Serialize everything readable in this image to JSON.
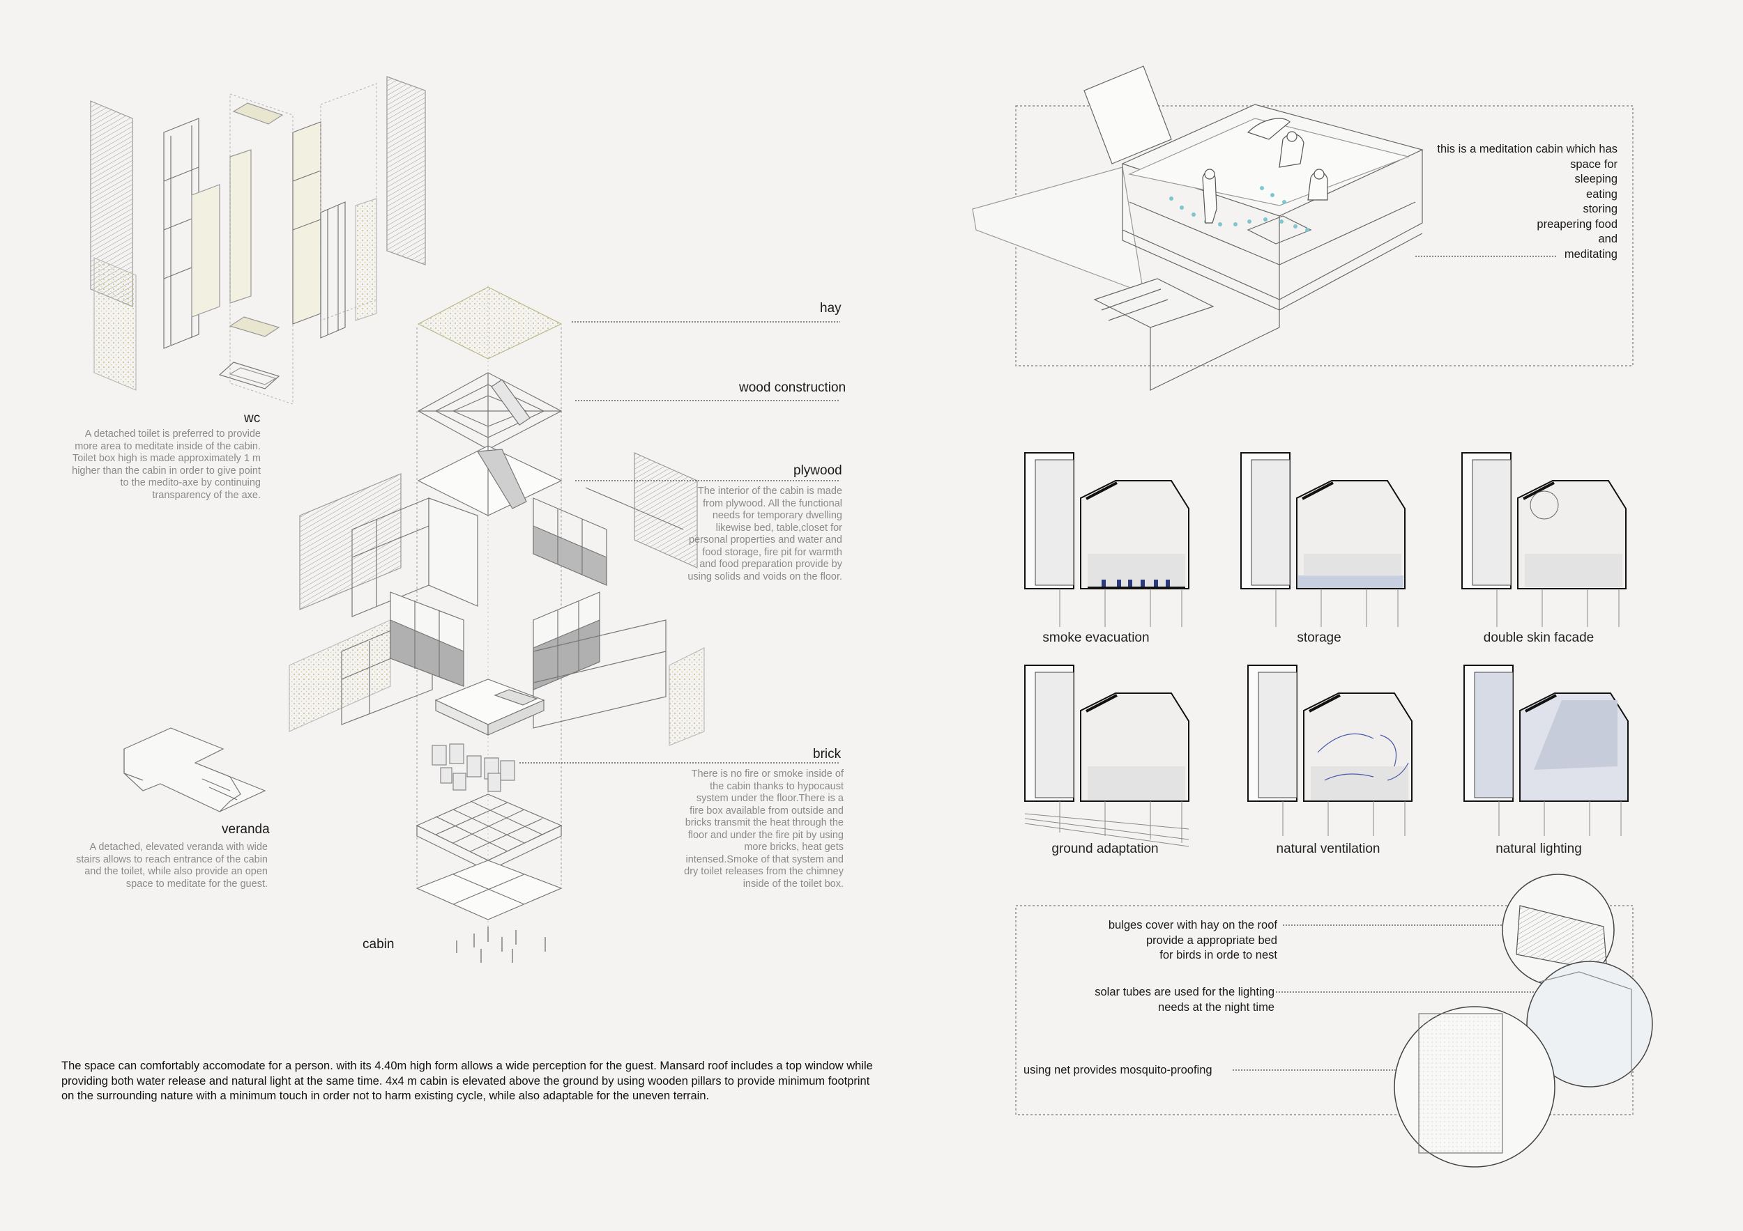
{
  "exploded": {
    "hay": "hay",
    "wood_construction": "wood construction",
    "plywood": "plywood",
    "plywood_text": "The interior of the cabin is made from plywood. All the functional needs for temporary dwelling likewise bed, table,closet for personal properties and water and food storage, fire pit for warmth and food preparation provide by using solids and voids on the floor.",
    "brick": "brick",
    "brick_text": "There is no fire or smoke inside of the cabin thanks to hypocaust system under the floor.There is a fire box available from outside and bricks transmit the heat through the floor and under the fire pit by using more bricks, heat gets intensed.Smoke of that system and dry toilet releases from the chimney inside of the toilet box.",
    "cabin": "cabin",
    "wc": "wc",
    "wc_text": "A detached toilet is preferred to provide more area to meditate inside of the cabin. Toilet box high is made approximately 1 m higher than the cabin in order to give point to the medito-axe by continuing transparency of the axe.",
    "veranda": "veranda",
    "veranda_text": "A detached, elevated veranda with wide stairs allows to reach entrance of the cabin and the toilet, while also provide an open space to meditate for the guest."
  },
  "intro": {
    "lines": [
      "this is a meditation cabin which has",
      "space for",
      "sleeping",
      "eating",
      "storing",
      "preapering food",
      "and",
      "meditating"
    ]
  },
  "sections": {
    "captions": [
      "smoke evacuation",
      "storage",
      "double skin facade",
      "ground adaptation",
      "natural ventilation",
      "natural lighting"
    ]
  },
  "details": {
    "hay_note": [
      "bulges cover with hay on the roof",
      "provide a appropriate bed",
      "for birds in orde to nest"
    ],
    "solar_note": [
      "solar tubes are used for the lighting",
      "needs at the night time"
    ],
    "net_note": "using net provides mosquito-proofing"
  },
  "bottom_text": "The space can comfortably accomodate for a person. with its 4.40m high form allows a wide perception for the guest. Mansard roof includes a top window while providing both water release and natural light at the same time. 4x4 m cabin is elevated above the ground by using wooden pillars  to provide minimum footprint on the surrounding nature with a minimum touch in order not to harm existing cycle, while also adaptable for the uneven terrain.",
  "colors": {
    "background": "#f4f3f1",
    "line": "#555555",
    "hatch": "#c9c9a0",
    "accent_blue": "#7fc6d0"
  }
}
